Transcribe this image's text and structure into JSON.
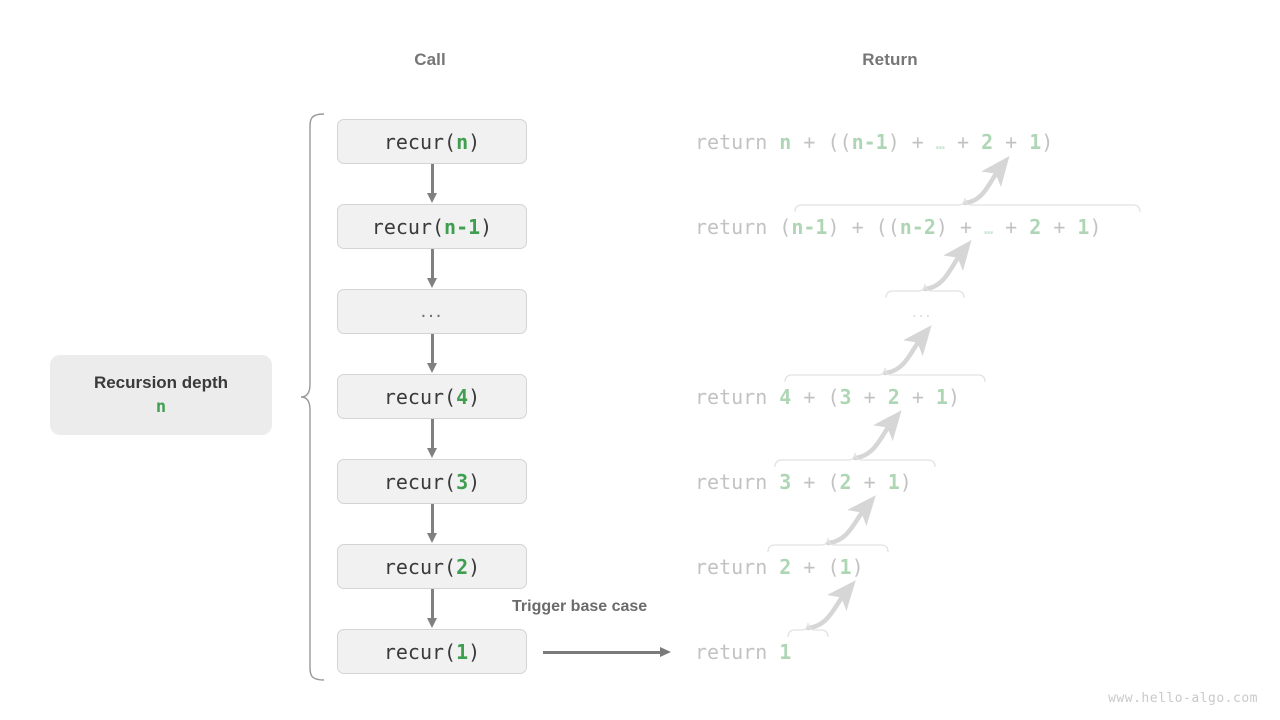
{
  "headers": {
    "call": "Call",
    "return": "Return"
  },
  "depth": {
    "title": "Recursion depth",
    "value": "n"
  },
  "base_case": {
    "label": "Trigger base case"
  },
  "watermark": "www.hello-algo.com",
  "colors": {
    "accent_green": "#3f9e50",
    "faded_green": "#7fc49b",
    "box_fill": "#f1f1f1",
    "box_border": "#d4d4d4",
    "label_fill": "#ececec",
    "text_gray": "#3a3a3a",
    "muted_gray": "#767676",
    "arrow_gray": "#808080",
    "watermark_gray": "#c9c9c9"
  },
  "call_stack": [
    {
      "prefix": "recur(",
      "arg": "n",
      "suffix": ")",
      "ellipsis": false
    },
    {
      "prefix": "recur(",
      "arg": "n-1",
      "suffix": ")",
      "ellipsis": false
    },
    {
      "prefix": "",
      "arg": "...",
      "suffix": "",
      "ellipsis": true
    },
    {
      "prefix": "recur(",
      "arg": "4",
      "suffix": ")",
      "ellipsis": false
    },
    {
      "prefix": "recur(",
      "arg": "3",
      "suffix": ")",
      "ellipsis": false
    },
    {
      "prefix": "recur(",
      "arg": "2",
      "suffix": ")",
      "ellipsis": false
    },
    {
      "prefix": "recur(",
      "arg": "1",
      "suffix": ")",
      "ellipsis": false
    }
  ],
  "returns": [
    {
      "keyword": "return ",
      "text": "n + ((n-1) + … + 2 + 1)",
      "ellipsis_row": false
    },
    {
      "keyword": "return ",
      "text": "(n-1) + ((n-2) + … + 2 + 1)",
      "ellipsis_row": false
    },
    {
      "keyword": "",
      "text": "...",
      "ellipsis_row": true
    },
    {
      "keyword": "return ",
      "text": "4 + (3 + 2 + 1)",
      "ellipsis_row": false
    },
    {
      "keyword": "return ",
      "text": "3 + (2 + 1)",
      "ellipsis_row": false
    },
    {
      "keyword": "return ",
      "text": "2 + (1)",
      "ellipsis_row": false
    },
    {
      "keyword": "return ",
      "text": "1",
      "ellipsis_row": false
    }
  ]
}
